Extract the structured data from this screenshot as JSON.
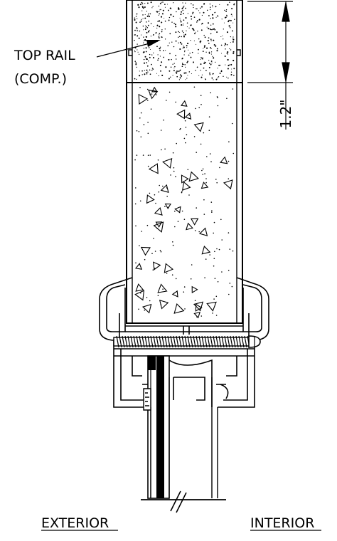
{
  "labels": {
    "top_rail_line1": "TOP RAIL",
    "top_rail_line2": "(COMP.)",
    "dimension": "1.2\"",
    "exterior": "EXTERIOR",
    "interior": "INTERIOR"
  }
}
